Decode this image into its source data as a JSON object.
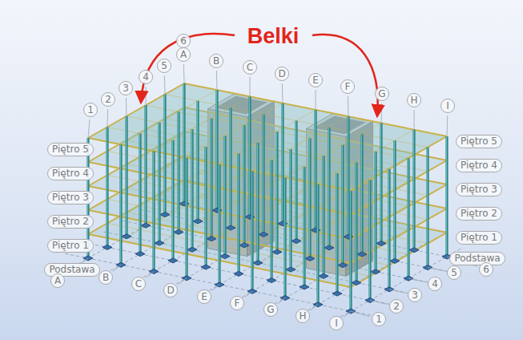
{
  "diagram": {
    "nodes": [
      {
        "text": [
          "6"
        ]
      },
      {
        "text": [
          "A"
        ]
      },
      {
        "text": [
          "B"
        ]
      },
      {
        "text": [
          "5"
        ]
      },
      {
        "text": [
          "C"
        ]
      },
      {
        "text": [
          "D"
        ]
      },
      {
        "text": [
          "4"
        ]
      },
      {
        "text": [
          "E"
        ]
      },
      {
        "text": [
          "F"
        ]
      },
      {
        "text": [
          "3"
        ]
      },
      {
        "text": [
          "G"
        ]
      },
      {
        "text": [
          "2"
        ]
      },
      {
        "text": [
          "H"
        ]
      },
      {
        "text": [
          "I"
        ]
      },
      {
        "text": [
          "1"
        ]
      },
      {
        "text": [
          "Piętro 5"
        ]
      },
      {
        "text": [
          "Piętro 5"
        ]
      },
      {
        "text": [
          "Piętro 4"
        ]
      },
      {
        "text": [
          "Piętro 4"
        ]
      },
      {
        "text": [
          "Piętro 3"
        ]
      },
      {
        "text": [
          "Piętro 3"
        ]
      },
      {
        "text": [
          "Piętro 2"
        ]
      },
      {
        "text": [
          "Piętro 2"
        ]
      },
      {
        "text": [
          "Piętro 1"
        ]
      },
      {
        "text": [
          "Piętro 1"
        ]
      },
      {
        "text": [
          "Podstawa"
        ]
      },
      {
        "text": [
          "6"
        ]
      },
      {
        "text": [
          "Podstawa"
        ]
      },
      {
        "text": [
          "5"
        ]
      },
      {
        "text": [
          "B"
        ]
      },
      {
        "text": [
          "A"
        ]
      },
      {
        "text": [
          "4"
        ]
      },
      {
        "text": [
          "C"
        ]
      },
      {
        "text": [
          "D"
        ]
      },
      {
        "text": [
          "3"
        ]
      },
      {
        "text": [
          "E"
        ]
      },
      {
        "text": [
          "F"
        ]
      },
      {
        "text": [
          "2"
        ]
      },
      {
        "text": [
          "G"
        ]
      },
      {
        "text": [
          "H"
        ]
      },
      {
        "text": [
          "1"
        ]
      },
      {
        "text": [
          "I"
        ]
      }
    ],
    "labels": [
      "Belki"
    ]
  }
}
